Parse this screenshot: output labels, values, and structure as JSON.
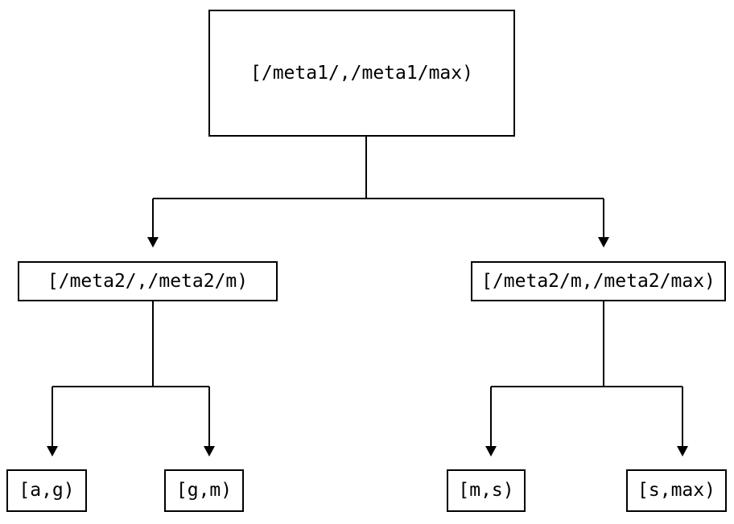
{
  "diagram": {
    "type": "tree",
    "background_color": "#ffffff",
    "line_color": "#000000",
    "text_color": "#000000",
    "nodes": {
      "root": {
        "label": "[/meta1/,/meta1/max)"
      },
      "left_child": {
        "label": "[/meta2/,/meta2/m)"
      },
      "right_child": {
        "label": "[/meta2/m,/meta2/max)"
      },
      "leaf_ag": {
        "label": "[a,g)"
      },
      "leaf_gm": {
        "label": "[g,m)"
      },
      "leaf_ms": {
        "label": "[m,s)"
      },
      "leaf_smax": {
        "label": "[s,max)"
      }
    },
    "edges": [
      {
        "from": "root",
        "to": "left_child"
      },
      {
        "from": "root",
        "to": "right_child"
      },
      {
        "from": "left_child",
        "to": "leaf_ag"
      },
      {
        "from": "left_child",
        "to": "leaf_gm"
      },
      {
        "from": "right_child",
        "to": "leaf_ms"
      },
      {
        "from": "right_child",
        "to": "leaf_smax"
      }
    ]
  }
}
